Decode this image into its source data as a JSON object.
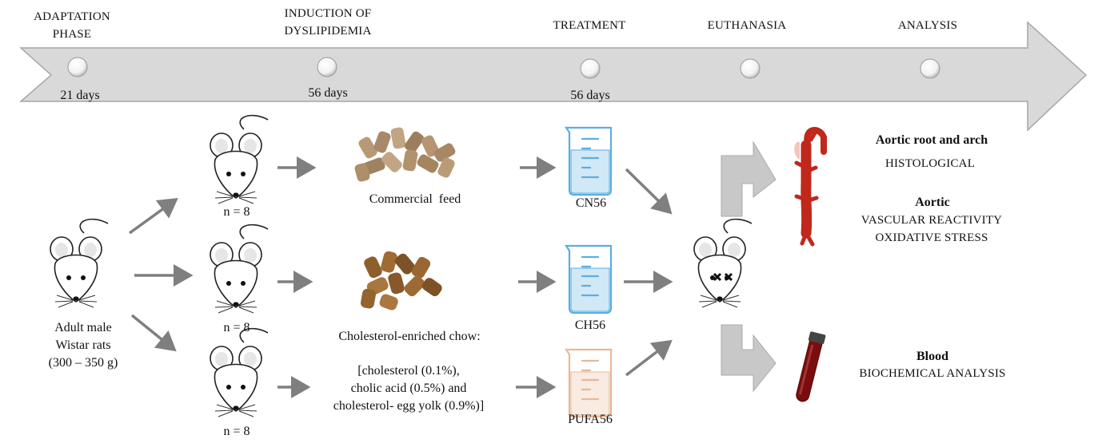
{
  "timeline": {
    "phases": [
      {
        "title_line1": "ADAPTATION",
        "title_line2": "PHASE",
        "duration": "21 days"
      },
      {
        "title_line1": "INDUCTION OF",
        "title_line2": "DYSLIPIDEMIA",
        "duration": "56 days"
      },
      {
        "title_line1": "TREATMENT",
        "title_line2": "",
        "duration": "56 days"
      },
      {
        "title_line1": "EUTHANASIA",
        "title_line2": "",
        "duration": ""
      },
      {
        "title_line1": "ANALYSIS",
        "title_line2": "",
        "duration": ""
      }
    ]
  },
  "start": {
    "line1": "Adult male",
    "line2": "Wistar rats",
    "line3": "(300 – 350 g)"
  },
  "groups": {
    "n_label": "n = 8"
  },
  "diets": {
    "commercial": "Commercial  feed",
    "enriched_title": "Cholesterol-enriched chow:",
    "enriched_line1": "[cholesterol (0.1%),",
    "enriched_line2": "cholic acid (0.5%) and",
    "enriched_line3": "cholesterol- egg yolk (0.9%)]"
  },
  "treatments": {
    "cn": "CN56",
    "ch": "CH56",
    "pufa": "PUFA56"
  },
  "analysis": {
    "aortic_root_title": "Aortic root and arch",
    "aortic_root_method": "HISTOLOGICAL",
    "aortic_title": "Aortic",
    "aortic_method1": "VASCULAR REACTIVITY",
    "aortic_method2": "OXIDATIVE STRESS",
    "blood_title": "Blood",
    "blood_method": "BIOCHEMICAL ANALYSIS"
  },
  "colors": {
    "arrow_fill": "#d9d9d9",
    "arrow_stroke": "#a6a6a6",
    "connector": "#7f7f7f",
    "beaker_blue": "#5aaee0",
    "beaker_orange": "#e8b898",
    "artery_red": "#c0281c",
    "blood_red": "#7a0d0d"
  }
}
